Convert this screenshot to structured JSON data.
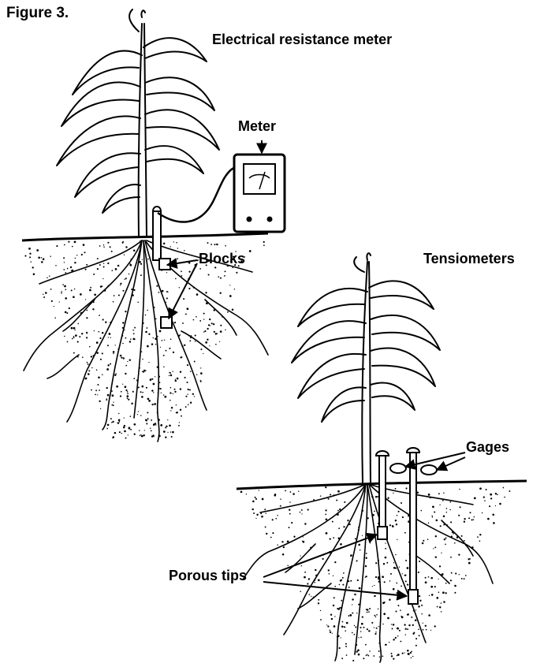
{
  "figure": {
    "title": "Figure 3.",
    "sections": {
      "left": {
        "title": "Electrical resistance meter"
      },
      "right": {
        "title": "Tensiometers"
      }
    },
    "labels": {
      "meter": "Meter",
      "blocks": "Blocks",
      "gages": "Gages",
      "porous_tips": "Porous tips"
    }
  }
}
